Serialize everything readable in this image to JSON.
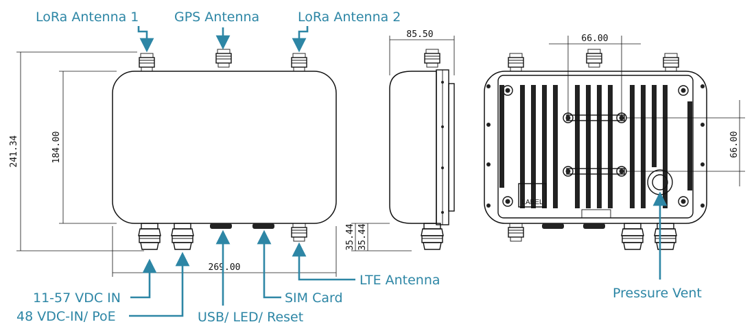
{
  "callouts": {
    "lora1": "LoRa Antenna 1",
    "gps": "GPS Antenna",
    "lora2": "LoRa Antenna 2",
    "vdc": "11-57 VDC IN",
    "poe": "48 VDC-IN/ PoE",
    "usb": "USB/ LED/ Reset",
    "sim": "SIM Card",
    "lte": "LTE Antenna",
    "vent": "Pressure Vent"
  },
  "dimensions": {
    "width": "269.00",
    "height": "241.34",
    "body_height": "184.00",
    "depth": "85.50",
    "top_pitch": "66.00",
    "side_pitch": "66.00",
    "bottom1": "35.44",
    "bottom2": "35.44"
  },
  "labels": {
    "plate": "LABEL"
  },
  "colors": {
    "callout": "#2d86a5",
    "drawing": "#111111"
  }
}
